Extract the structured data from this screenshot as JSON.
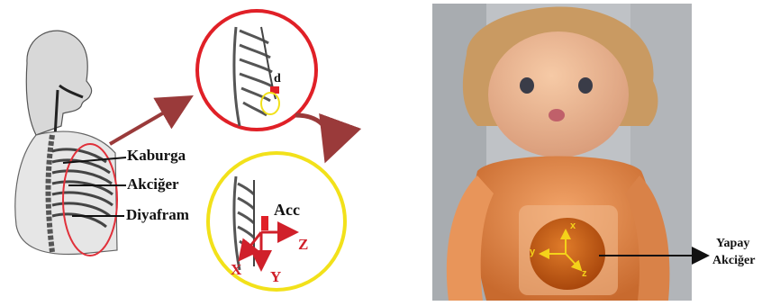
{
  "left_diagram": {
    "labels": {
      "rib": "Kaburga",
      "lung": "Akciğer",
      "diaphragm": "Diyafram"
    },
    "zoom_detail": {
      "distance_label": "d"
    },
    "sensor": {
      "name": "Acc",
      "axes": {
        "x": "X",
        "y": "Y",
        "z": "Z"
      }
    },
    "colors": {
      "circle_top": "#e02027",
      "circle_bottom": "#f2e11a",
      "lung_outline": "#e0303a",
      "arrow": "#9a3a3a",
      "axis": "#d0202a"
    }
  },
  "right_photo": {
    "lung_axes": {
      "x": "x",
      "y": "y",
      "z": "z"
    },
    "callout": {
      "line1": "Yapay",
      "line2": "Akciğer"
    },
    "colors": {
      "doll_body": "#e89052",
      "lung_patch": "#c85a12",
      "axis": "#f4d21a"
    }
  }
}
